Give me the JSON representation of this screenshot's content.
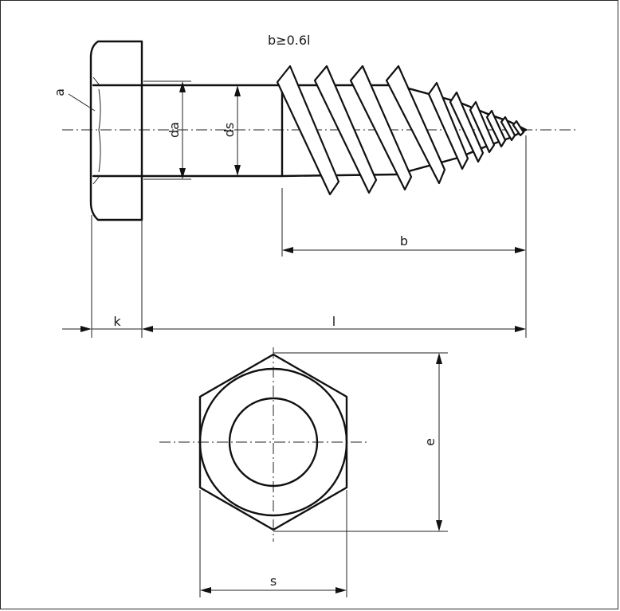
{
  "diagram": {
    "labels": {
      "thread_note": "b≥0.6l",
      "a": "a",
      "da": "da",
      "ds": "ds",
      "b": "b",
      "k": "k",
      "l": "l",
      "e": "e",
      "s": "s"
    }
  }
}
